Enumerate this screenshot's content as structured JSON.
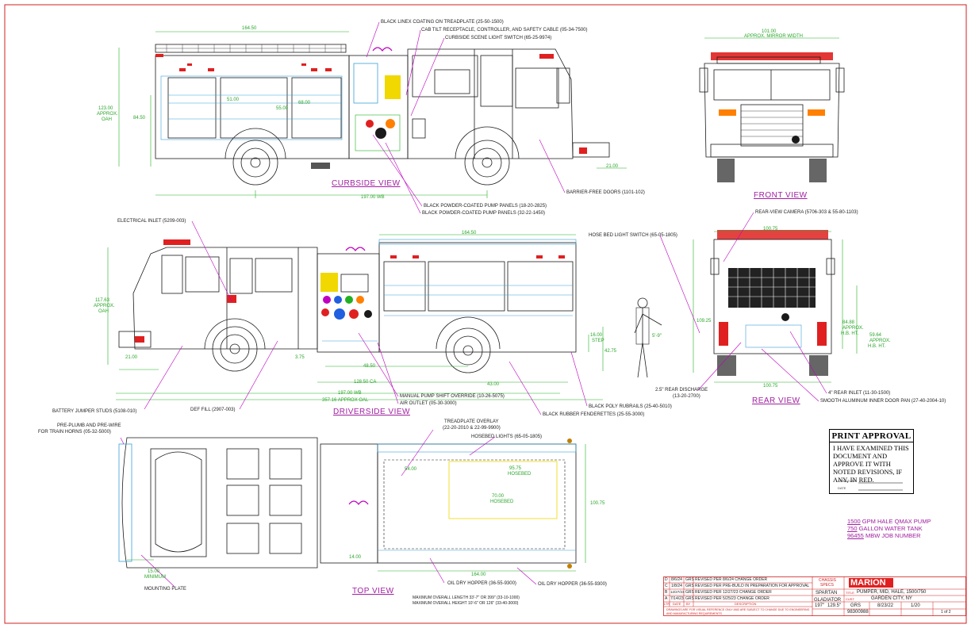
{
  "views": {
    "curbside": "CURBSIDE VIEW",
    "front": "FRONT VIEW",
    "driverside": "DRIVERSIDE VIEW",
    "rear": "REAR VIEW",
    "top": "TOP VIEW"
  },
  "callouts": {
    "linex": "BLACK LINEX COATING ON TREADPLATE (25-50-1500)",
    "cab_tilt": "CAB TILT RECEPTACLE, CONTROLLER, AND SAFETY CABLE (05-34-7500)",
    "scene_switch": "CURBSIDE SCENE LIGHT SWITCH (65-25-9974)",
    "barrier_doors": "BARRIER-FREE DOORS (1101-102)",
    "pump_panels_1": "BLACK POWDER-COATED PUMP PANELS (18-20-2825)",
    "pump_panels_2": "BLACK POWDER-COATED PUMP PANELS (32-22-1450)",
    "electrical_inlet": "ELECTRICAL INLET (5209-003)",
    "hose_bed_switch": "HOSE BED LIGHT SWITCH (65-05-1805)",
    "rear_camera": "REAR-VIEW CAMERA (5706-303 & 55-80-1103)",
    "battery_jumper": "BATTERY JUMPER STUDS (5108-010)",
    "def_fill": "DEF FILL (2907-003)",
    "manual_shift": "MANUAL PUMP SHIFT OVERRIDE (10-26-5075)",
    "air_outlet": "AIR OUTLET (05-30-3000)",
    "poly_rubrails": "BLACK POLY RUBRAILS (25-40-5010)",
    "fenderettes": "BLACK RUBBER FENDERETTES (25-55-3000)",
    "rear_discharge_a": "2.5\" REAR DISCHARGE",
    "rear_discharge_b": "(13-20-2700)",
    "rear_inlet": "4\" REAR INLET (11-30-1500)",
    "inner_door_pan": "SMOOTH ALUMINUM INNER DOOR PAN (27-40-2004-10)",
    "pre_plumb_a": "PRE-PLUMB AND PRE-WIRE",
    "pre_plumb_b": "FOR TRAIN HORNS (05-32-5000)",
    "treadplate_a": "TREADPLATE OVERLAY",
    "treadplate_b": "(22-20-2010 & 22-99-9900)",
    "hosebed_lights": "HOSEBED LIGHTS (65-05-1805)",
    "mounting_plate": "MOUNTING PLATE",
    "oil_dry_1": "OIL DRY HOPPER (36-55-9300)",
    "oil_dry_2": "OIL DRY HOPPER (36-55-9300)",
    "overall_length": "MAXIMUM OVERALL LENGTH 33'-7\" OR 399\" (33-10-1000)",
    "overall_height": "MAXIMUM OVERALL HEIGHT 10'-6\" OR 126\" (33-40-3000)"
  },
  "dimensions": {
    "curb_len": "164.50",
    "curb_height_a": "123.00",
    "curb_height_b": "APPROX.",
    "curb_height_c": "OAH",
    "curb_84": "84.50",
    "curb_wb": "197.00 WB",
    "curb_2100": "21.00",
    "curb_51": "51.00",
    "curb_5500": "55.00",
    "curb_6800": "68.00",
    "front_width_a": "101.00",
    "front_width_b": "APPROX. MIRROR WIDTH",
    "drv_len": "164.50",
    "drv_height_a": "117.63",
    "drv_height_b": "APPROX.",
    "drv_height_c": "OAH",
    "drv_2100": "21.00",
    "drv_375": "3.75",
    "drv_4850": "48.50",
    "drv_ca": "128.50 CA",
    "drv_4300": "43.00",
    "drv_wb": "197.00 WB",
    "drv_oal": "357.16 APPROX OAL",
    "drv_step_a": "16.00",
    "drv_step_b": "STEP",
    "drv_4275": "42.75",
    "drv_person": "5'-9\"",
    "rear_w1": "100.75",
    "rear_w2": "100.75",
    "rear_109": "109.25",
    "rear_hb_a": "84.88",
    "rear_hb_b": "APPROX.",
    "rear_hb_c": "H.B. HT.",
    "rear_hb2_a": "59.64",
    "rear_hb2_b": "APPROX.",
    "rear_hb2_c": "H.B. HT.",
    "top_10075": "100.75",
    "top_1500_a": "15.00",
    "top_1500_b": "MINIMUM",
    "top_hb1_a": "95.75",
    "top_hb1_b": "HOSEBED",
    "top_hb2_a": "70.00",
    "top_hb2_b": "HOSEBED",
    "top_1400": "14.00",
    "top_164": "164.00",
    "top_5400": "54.00"
  },
  "approval": {
    "title": "PRINT APPROVAL",
    "text": "I HAVE EXAMINED THIS DOCUMENT AND APPROVE IT WITH NOTED REVISIONS, IF ANY, IN RED.",
    "sig_label": "SIGNATURE",
    "date_label": "DATE"
  },
  "specs": {
    "pump_value": "1500",
    "pump_text": " GPM HALE QMAX PUMP",
    "tank_value": "750",
    "tank_text": " GALLON WATER TANK",
    "job_value": "96455",
    "job_text": " MBW JOB NUMBER"
  },
  "title_block": {
    "rev_d": [
      "D",
      "8/6/24",
      "GRS",
      "REVISED PER 8/6/24 CHANGE ORDER"
    ],
    "rev_c": [
      "C",
      "1/8/24",
      "GRS",
      "REVISED PER PRE-BUILD IN PREPARATION FOR APPROVAL"
    ],
    "rev_b": [
      "B",
      "12/27/23",
      "GRS",
      "REVISED PER 12/27/23 CHANGE ORDER"
    ],
    "rev_a": [
      "A",
      "7/14/23",
      "GRS",
      "REVISED PER 5/25/23 CHANGE ORDER"
    ],
    "rev_head": [
      "LTR",
      "DATE",
      "BY",
      "DESCRIPTION"
    ],
    "company": "MARION",
    "chassis_a": "CHASSIS",
    "chassis_b": "SPECS",
    "chassis_make": "SPARTAN",
    "chassis_model": "GLADIATOR",
    "title_label": "TITLE",
    "title_value": "PUMPER, MID, HALE, 1500/750",
    "cust_label": "CUST",
    "cust_value": "GARDEN CITY, NY",
    "wb": "197\"",
    "cab": "129.5\"",
    "by": "GRS",
    "date": "8/23/22",
    "scale": "1/20",
    "dwg_no": "98300988",
    "sheet": "1 of 2",
    "disclaimer": "DRAWINGS ARE FOR VISUAL REFERENCE ONLY AND ARE SUBJECT TO CHANGE DUE TO ENGINEERING AND MANUFACTURING REQUIREMENTS"
  },
  "colors": {
    "line": "#1a1a1a",
    "magenta": "#c000c0",
    "cyan": "#3aa0d8",
    "green": "#22b022",
    "border": "#d02020",
    "red": "#e02020"
  }
}
